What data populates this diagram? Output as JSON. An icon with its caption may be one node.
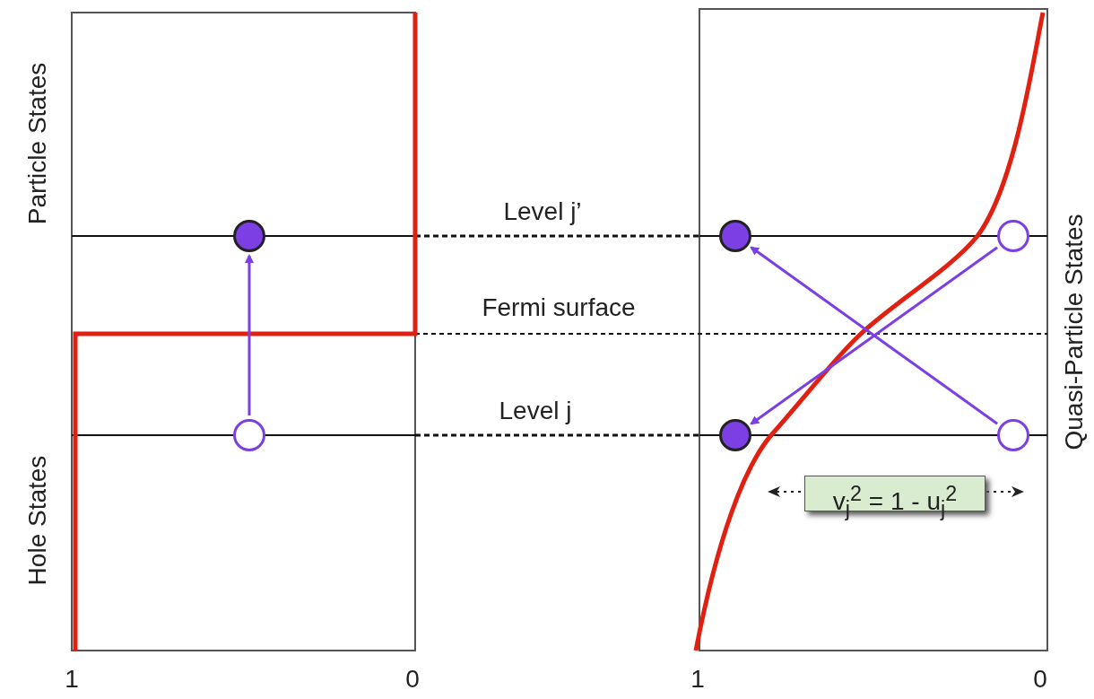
{
  "diagram": {
    "nodes": [
      {
        "text": [],
        "shape": "circle"
      },
      {
        "text": [],
        "shape": "circle"
      },
      {
        "text": [],
        "shape": "circle"
      },
      {
        "text": [],
        "shape": "circle"
      },
      {
        "text": [],
        "shape": "circle"
      },
      {
        "text": [],
        "shape": "circle"
      },
      {
        "text": [
          "v$_{j}$$^{2}$ = 1 - u$_{j}$$^{2}$"
        ]
      }
    ],
    "edges": [
      {
        "from": 1,
        "to": 0,
        "arrow": "to"
      },
      {
        "from": 5,
        "to": 2,
        "arrow": "to"
      },
      {
        "from": 3,
        "to": 4,
        "arrow": "to"
      }
    ],
    "labels": [
      "Particle States",
      "Level j’",
      "Fermi surface",
      "Quasi-Particle States",
      "Hole States",
      "Level j",
      "1",
      "0",
      "1",
      "0"
    ]
  }
}
